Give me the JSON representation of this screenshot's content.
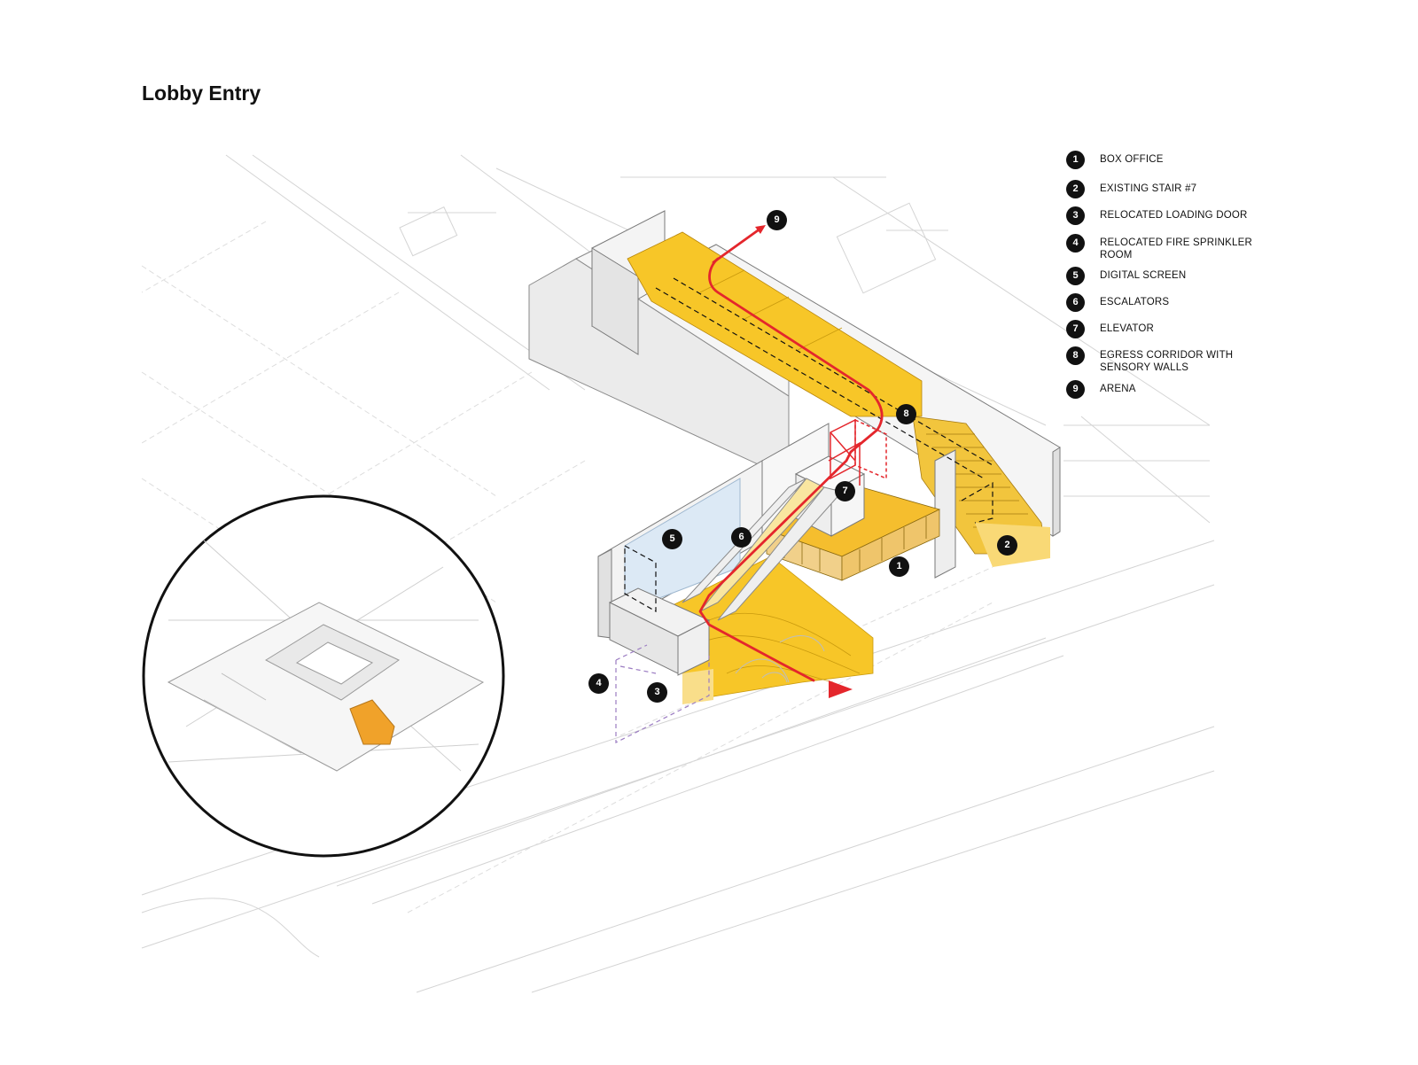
{
  "title": "Lobby Entry",
  "legend": [
    {
      "num": "1",
      "label": "BOX OFFICE"
    },
    {
      "num": "2",
      "label": "EXISTING STAIR #7"
    },
    {
      "num": "3",
      "label": "RELOCATED LOADING DOOR"
    },
    {
      "num": "4",
      "label": "RELOCATED FIRE SPRINKLER ROOM"
    },
    {
      "num": "5",
      "label": "DIGITAL SCREEN"
    },
    {
      "num": "6",
      "label": "ESCALATORS"
    },
    {
      "num": "7",
      "label": "ELEVATOR"
    },
    {
      "num": "8",
      "label": "EGRESS CORRIDOR WITH SENSORY WALLS"
    },
    {
      "num": "9",
      "label": "ARENA"
    }
  ],
  "markers": [
    "1",
    "2",
    "3",
    "4",
    "5",
    "6",
    "7",
    "8",
    "9"
  ],
  "colors": {
    "accent_yellow": "#F7C628",
    "route_red": "#E4262C",
    "line_gray": "#C9C9C9",
    "purple_dashed": "#9B7CC2",
    "screen_blue": "#D7E6F4"
  }
}
